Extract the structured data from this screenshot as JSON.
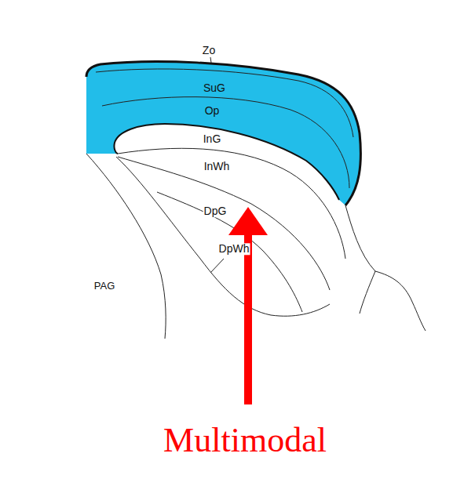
{
  "diagram": {
    "labels": [
      "Zo",
      "SuG",
      "Op",
      "InG",
      "InWh",
      "DpG",
      "DpWh",
      "PAG",
      "Multimodal"
    ]
  }
}
